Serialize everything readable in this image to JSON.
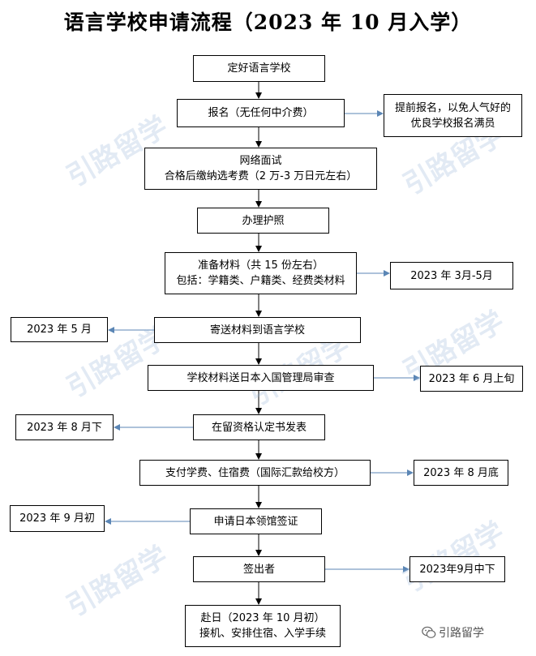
{
  "title": "语言学校申请流程（2023 年 10 月入学）",
  "watermark": "引路留学",
  "brand": {
    "label": "引路留学",
    "icon": "wechat-icon"
  },
  "colors": {
    "main_arrow": "#000000",
    "side_arrow": "#5b86b5",
    "watermark": "#b4c8e0"
  },
  "steps": [
    {
      "lines": [
        "定好语言学校"
      ]
    },
    {
      "lines": [
        "报名（无任何中介费）"
      ]
    },
    {
      "lines": [
        "网络面试",
        "合格后缴纳选考费（2 万-3 万日元左右）"
      ]
    },
    {
      "lines": [
        "办理护照"
      ]
    },
    {
      "lines": [
        "准备材料（共 15 份左右）",
        "包括：学籍类、户籍类、经费类材料"
      ]
    },
    {
      "lines": [
        "寄送材料到语言学校"
      ]
    },
    {
      "lines": [
        "学校材料送日本入国管理局审查"
      ]
    },
    {
      "lines": [
        "在留资格认定书发表"
      ]
    },
    {
      "lines": [
        "支付学费、住宿费（国际汇款给校方）"
      ]
    },
    {
      "lines": [
        "申请日本领馆签证"
      ]
    },
    {
      "lines": [
        "签出者"
      ]
    },
    {
      "lines": [
        "赴日（2023 年 10 月初）",
        "接机、安排住宿、入学手续"
      ]
    }
  ],
  "notes": [
    {
      "step": 1,
      "side": "right",
      "lines": [
        "提前报名，以免人气好的",
        "优良学校报名满员"
      ]
    },
    {
      "step": 4,
      "side": "right",
      "lines": [
        "2023 年 3月-5月"
      ]
    },
    {
      "step": 5,
      "side": "left",
      "lines": [
        "2023 年 5 月"
      ]
    },
    {
      "step": 6,
      "side": "right",
      "lines": [
        "2023 年 6 月上旬"
      ]
    },
    {
      "step": 7,
      "side": "left",
      "lines": [
        "2023 年 8 月下"
      ]
    },
    {
      "step": 8,
      "side": "right",
      "lines": [
        "2023 年 8 月底"
      ]
    },
    {
      "step": 9,
      "side": "left",
      "lines": [
        "2023 年 9 月初"
      ]
    },
    {
      "step": 10,
      "side": "right",
      "lines": [
        "2023年9月中下"
      ]
    }
  ]
}
